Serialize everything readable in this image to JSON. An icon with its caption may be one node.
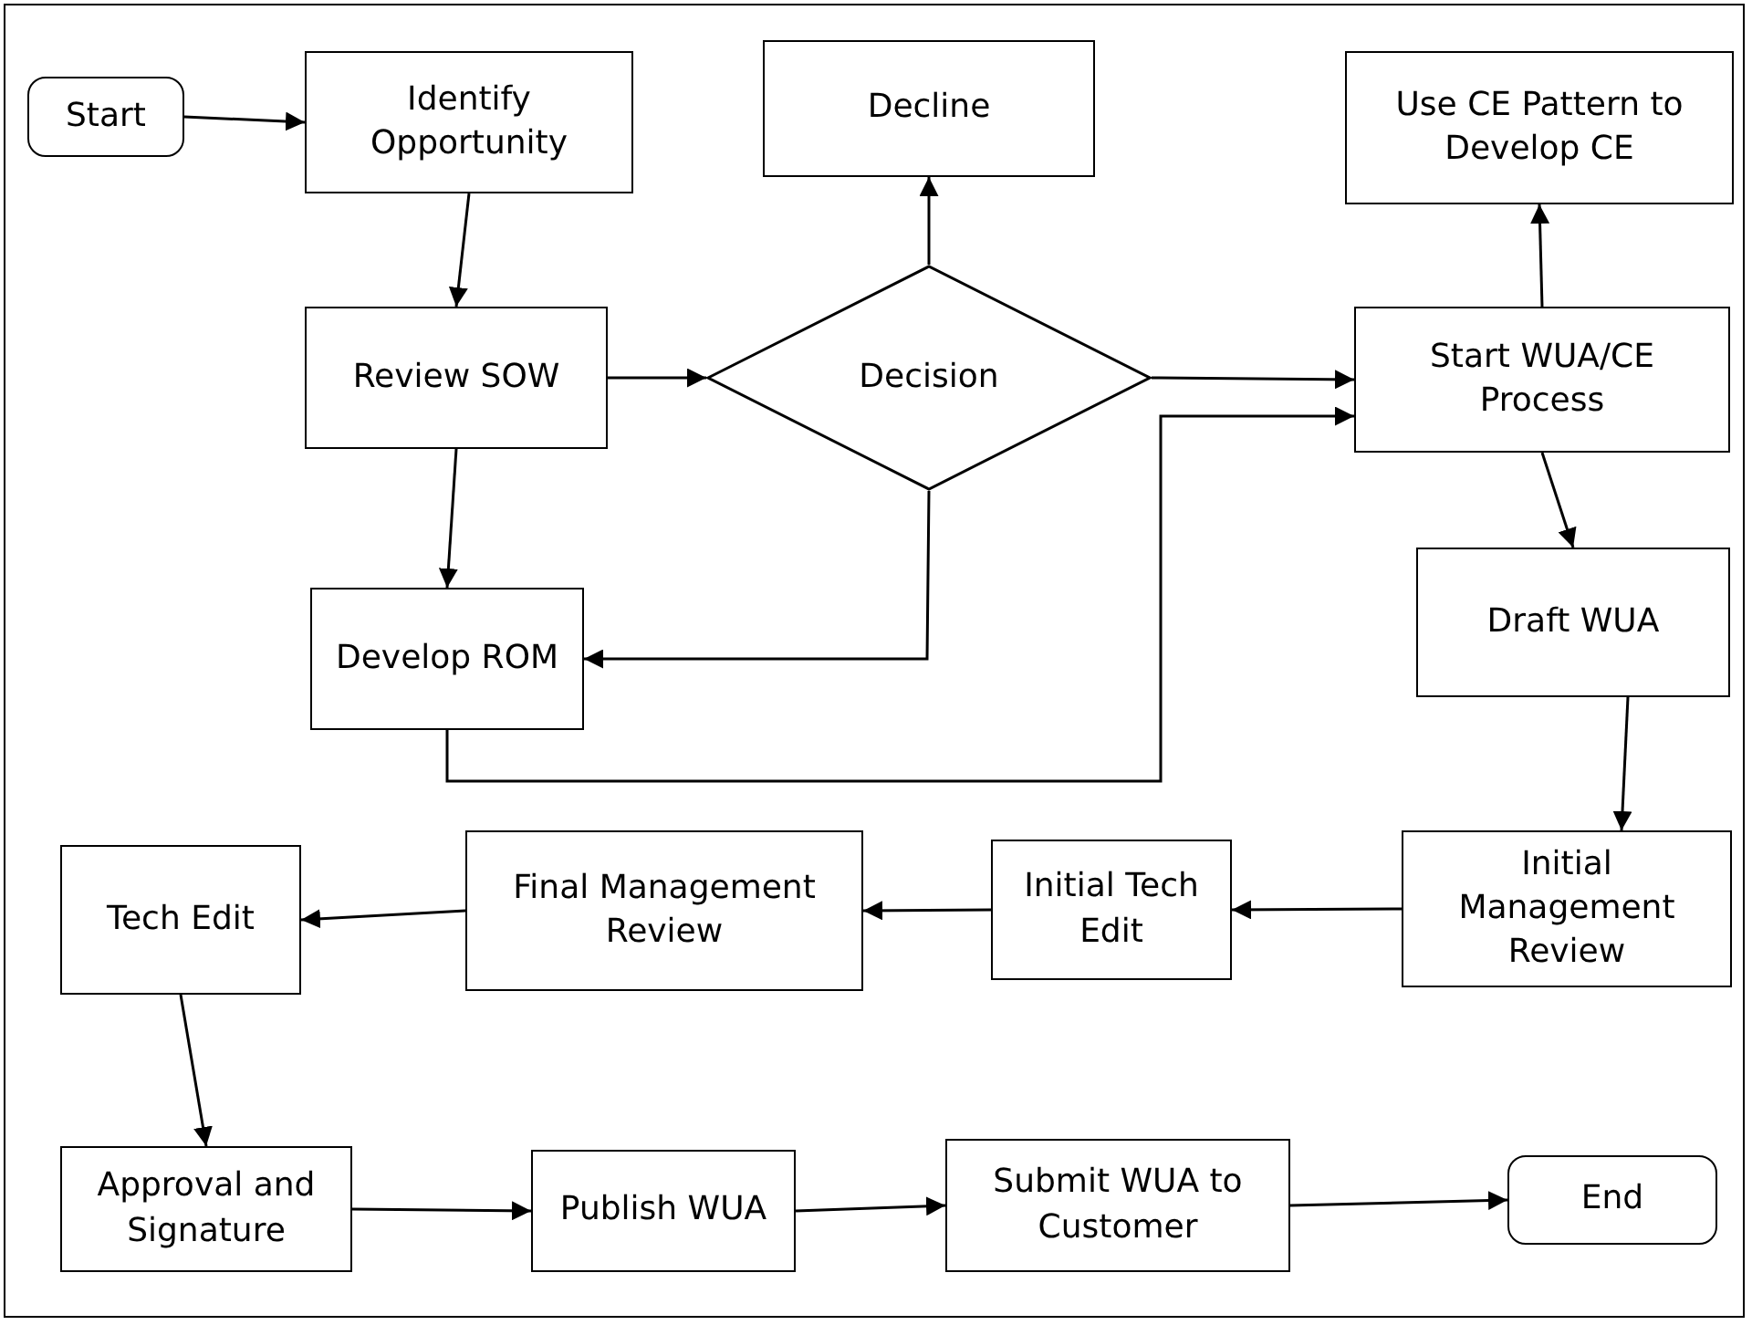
{
  "diagram": {
    "nodes": [
      {
        "text": [
          "Start"
        ]
      },
      {
        "text": [
          "Identify Opportunity"
        ]
      },
      {
        "text": [
          "Decline"
        ]
      },
      {
        "text": [
          "Use CE Pattern to Develop CE"
        ]
      },
      {
        "text": [
          "Review SOW"
        ]
      },
      {
        "text": [
          "Decision"
        ]
      },
      {
        "text": [
          "Start WUA/CE Process"
        ]
      },
      {
        "text": [
          "Develop ROM"
        ]
      },
      {
        "text": [
          "Draft WUA"
        ]
      },
      {
        "text": [
          "Initial Management Review"
        ]
      },
      {
        "text": [
          "Initial Tech Edit"
        ]
      },
      {
        "text": [
          "Final Management Review"
        ]
      },
      {
        "text": [
          "Tech Edit"
        ]
      },
      {
        "text": [
          "Approval and Signature"
        ]
      },
      {
        "text": [
          "Publish WUA"
        ]
      },
      {
        "text": [
          "Submit WUA to Customer"
        ]
      },
      {
        "text": [
          "End"
        ]
      }
    ],
    "edges": [
      {
        "from": 0,
        "to": 1,
        "arrow": "to"
      },
      {
        "from": 1,
        "to": 4,
        "arrow": "to"
      },
      {
        "from": 4,
        "to": 5,
        "arrow": "to"
      },
      {
        "from": 5,
        "to": 2,
        "arrow": "to"
      },
      {
        "from": 5,
        "to": 6,
        "arrow": "to"
      },
      {
        "from": 6,
        "to": 3,
        "arrow": "to"
      },
      {
        "from": 4,
        "to": 7,
        "arrow": "to"
      },
      {
        "from": 5,
        "to": 7,
        "arrow": "to"
      },
      {
        "from": 7,
        "to": 6,
        "arrow": "to"
      },
      {
        "from": 6,
        "to": 8,
        "arrow": "to"
      },
      {
        "from": 8,
        "to": 9,
        "arrow": "to"
      },
      {
        "from": 9,
        "to": 10,
        "arrow": "to"
      },
      {
        "from": 10,
        "to": 11,
        "arrow": "to"
      },
      {
        "from": 11,
        "to": 12,
        "arrow": "to"
      },
      {
        "from": 12,
        "to": 13,
        "arrow": "to"
      },
      {
        "from": 13,
        "to": 14,
        "arrow": "to"
      },
      {
        "from": 14,
        "to": 15,
        "arrow": "to"
      },
      {
        "from": 15,
        "to": 16,
        "arrow": "to"
      }
    ]
  }
}
